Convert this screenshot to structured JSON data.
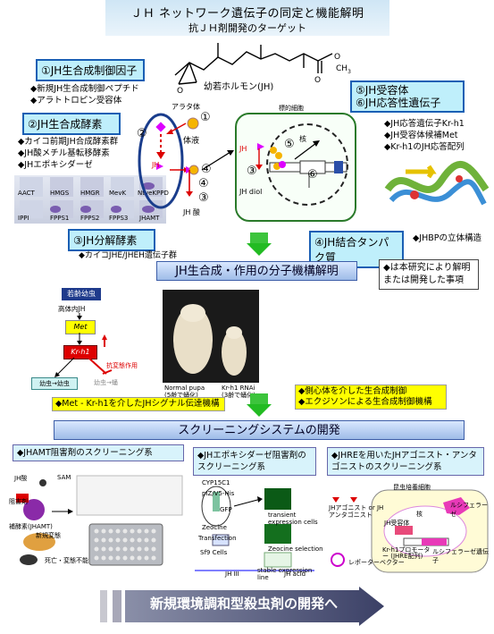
{
  "header": {
    "title": "ＪＨ ネットワーク遺伝子の同定と機能解明",
    "subtitle": "抗ＪＨ剤開発のターゲット"
  },
  "molecule": {
    "label": "幼若ホルモン(JH)",
    "o_label": "O",
    "ch3_label": "CH",
    "ch3_sub": "3"
  },
  "factors": {
    "f1": "①JH生合成制御因子",
    "f1_items": [
      "◆新規JH生合成制御ペプチド",
      "◆アラトトロピン受容体"
    ],
    "f2": "②JH生合成酵素",
    "f2_items": [
      "◆カイコ前期JH合成酵素群",
      "◆JH酸メチル基転移酵素",
      "◆JHエポキシダーゼ"
    ],
    "f3": "③JH分解酵素",
    "f3_items": [
      "◆カイコJHE/JHEH遺伝子群"
    ],
    "f4": "④JH結合タンパク質",
    "f4_items": [
      "◆JHBPの立体構造"
    ],
    "f5": "⑤JH受容体",
    "f6": "⑥JH応答性遺伝子",
    "f56_items": [
      "◆JH応答遺伝子Kr-h1",
      "◆JH受容体候補Met",
      "◆Kr-h1のJH応答配列"
    ]
  },
  "schematic": {
    "corpora_allata": "アラタ体",
    "body_fluid": "体液",
    "target_cell": "標的細胞",
    "nucleus": "核",
    "jh": "JH",
    "jh_acid": "JH 酸",
    "jh_diol": "JH diol",
    "num1": "①",
    "num2": "②",
    "num3": "③",
    "num4": "④",
    "num5": "⑤",
    "num6": "⑥"
  },
  "gels": {
    "top_labels": [
      "AACT",
      "HMGS",
      "HMGR",
      "MevK",
      "NtveKPPD"
    ],
    "bottom_labels": [
      "IPPI",
      "FPPS1",
      "FPPS2",
      "FPPS3",
      "JHAMT"
    ]
  },
  "section2": {
    "banner": "JH生合成・作用の分子機構解明",
    "legend": "◆は本研究により解明または開発した事項",
    "pathway": {
      "larva": "若齢幼虫",
      "high_jh": "高体内JH",
      "met": "Met",
      "krh1": "Kr-h1",
      "anti_meta": "抗変態作用",
      "larva_larva": "幼虫→幼虫",
      "larva_pupa": "幼虫→蛹"
    },
    "photo_left": "Normal pupa\n(5齢で蛹化)",
    "photo_right": "Kr-h1 RNAi\n(3齢で蛹化)",
    "yellow_left": "◆Met - Kr-h1を介したJHシグナル伝達機構",
    "yellow_right": [
      "◆側心体を介した生合成制御",
      "◆エクジソンによる生合成制御機構"
    ]
  },
  "section3": {
    "banner": "スクリーニングシステムの開発",
    "box1": "◆JHAMT阻害剤のスクリーニング系",
    "box2": "◆JHエポキシダーゼ阻害剤のスクリーニング系",
    "box3": "◆JHREを用いたJHアゴニスト・アンタゴニストのスクリーニング系",
    "box1_labels": [
      "JH酸",
      "SAM",
      "阻害剤",
      "補酵素(JHAMT)",
      "新規変態",
      "死亡・変態不能"
    ],
    "box2_labels": [
      "CYP15C1",
      "pIZ/V5-His",
      "GFP",
      "Zeocine",
      "Transfection",
      "Sf9 Cells",
      "transient expression cells",
      "Zeocine selection",
      "stable expression line",
      "JH III",
      "JH acid"
    ],
    "box3_labels": [
      "昆虫培養細胞",
      "JHアゴニスト or JHアンタゴニスト",
      "核",
      "JH受容体",
      "ルシフェラーゼ",
      "Kr-h1プロモーター (JHRE配列)",
      "ルシフェラーゼ遺伝子",
      "レポーターベクター"
    ]
  },
  "footer": "新規環境調和型殺虫剤の開発へ"
}
